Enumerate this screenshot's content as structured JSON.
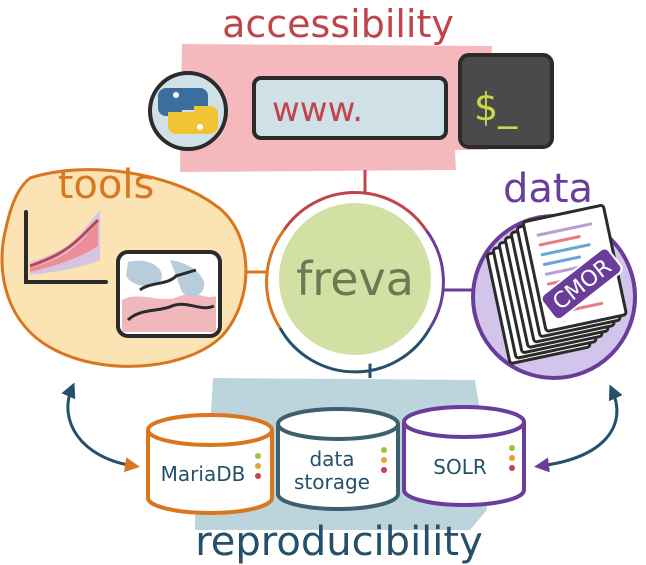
{
  "center": {
    "label": "freva",
    "color": "#d3e0a3"
  },
  "accessibility": {
    "title": "accessibility",
    "title_color": "#c0454b",
    "panel_color": "#f5b9bd",
    "web_label": "www.",
    "terminal_label": "$_",
    "icons": [
      "python-logo-icon",
      "web-browser-icon",
      "terminal-icon"
    ]
  },
  "tools": {
    "title": "tools",
    "title_color": "#d9761f",
    "panel_color": "#fbe3b3",
    "icons": [
      "plot-chart-icon",
      "map-icon"
    ]
  },
  "data": {
    "title": "data",
    "title_color": "#6a3d9a",
    "panel_color": "#d2c4ea",
    "stamp_label": "CMOR",
    "icons": [
      "document-stack-icon"
    ]
  },
  "reproducibility": {
    "title": "reproducibility",
    "title_color": "#24506a",
    "panel_color": "#bcd4db",
    "databases": [
      {
        "label": "MariaDB",
        "label_lines": [
          "MariaDB"
        ],
        "border_color": "#d9761f"
      },
      {
        "label": "data storage",
        "label_lines": [
          "data",
          "storage"
        ],
        "border_color": "#3d5f6e"
      },
      {
        "label": "SOLR",
        "label_lines": [
          "SOLR"
        ],
        "border_color": "#6a3d9a"
      }
    ]
  },
  "colors": {
    "dark_outline": "#2b2b2b",
    "teal_arrow": "#24506a",
    "orange": "#d9761f",
    "purple": "#6a3d9a",
    "red": "#c0454b"
  }
}
